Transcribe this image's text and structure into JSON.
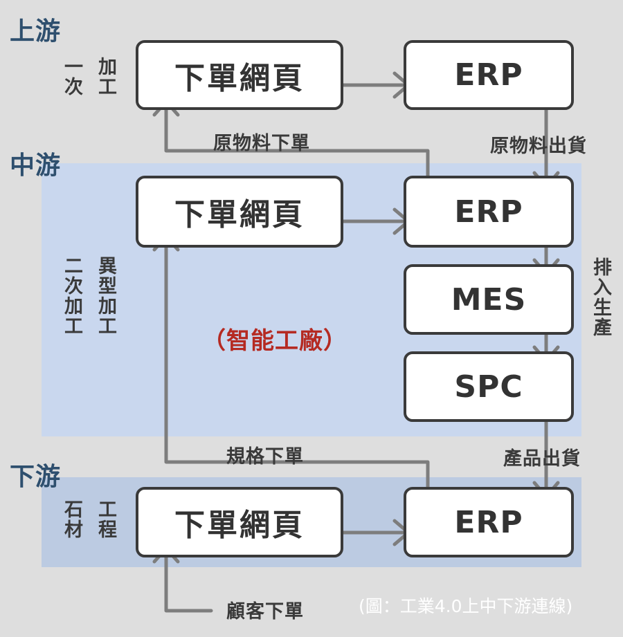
{
  "tiers": {
    "upstream": {
      "title": "上游",
      "process": "一次加工",
      "process_col1": "加工",
      "process_col2": "一次",
      "order_page": "下單網頁",
      "erp": "ERP"
    },
    "midstream": {
      "title": "中游",
      "process_col1": "異型加工",
      "process_col2": "二次加工",
      "order_page": "下單網頁",
      "erp": "ERP",
      "mes": "MES",
      "spc": "SPC",
      "smart_factory": "（智能工廠）",
      "schedule_label": "排入生產"
    },
    "downstream": {
      "title": "下游",
      "process_col1": "工程",
      "process_col2": "石材",
      "order_page": "下單網頁",
      "erp": "ERP"
    }
  },
  "flows": {
    "raw_material_order": "原物料下單",
    "raw_material_ship": "原物料出貨",
    "spec_order": "規格下單",
    "product_ship": "產品出貨",
    "customer_order": "顧客下單"
  },
  "caption": "(圖：工業4.0上中下游連線)",
  "colors": {
    "background": "#dedede",
    "midstream_band": "#c9d7ee",
    "downstream_band": "#bccbe2",
    "arrow": "#7d7d7d",
    "accent_red": "#b52a22",
    "tier_title": "#2e4f6e"
  }
}
